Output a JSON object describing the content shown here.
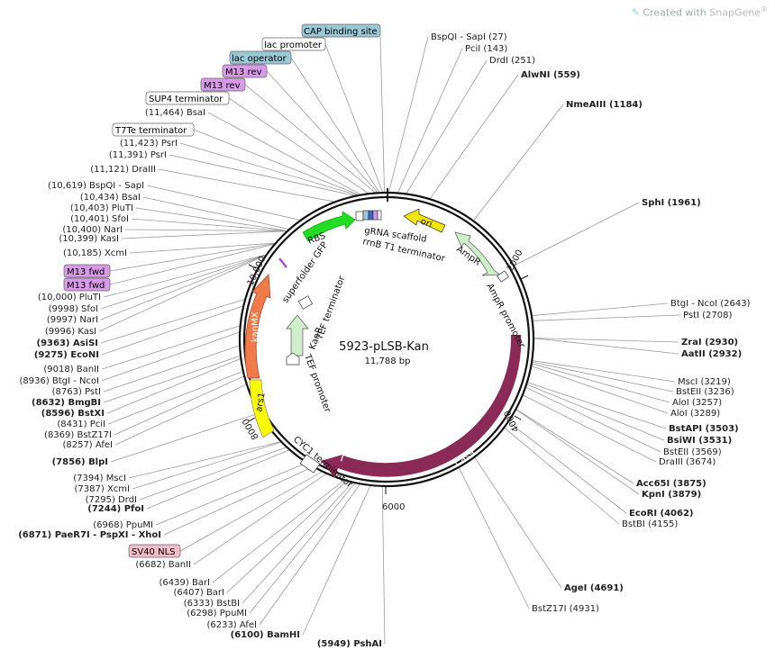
{
  "branding": {
    "prefix": "Created with ",
    "name": "SnapGene",
    "mark": "®"
  },
  "plasmid": {
    "name": "5923-pLSB-Kan",
    "size_label": "11,788 bp",
    "length": 11788
  },
  "ticks": [
    "2000",
    "4000",
    "6000",
    "8000",
    "10,000"
  ],
  "colors": {
    "cas9": "#8b2a57",
    "ori": "#f5e50a",
    "gfp": "#22dd22",
    "kanmx": "#f07a4a",
    "ars1": "#fbfb00",
    "ampr": "#cdeec8",
    "cap": "#9ac8d6",
    "m13": "#d79ae6",
    "sv40": "#f2bcc8"
  },
  "features": [
    {
      "id": "cas9",
      "label": "Cas9"
    },
    {
      "id": "ori",
      "label": "ori"
    },
    {
      "id": "ampr",
      "label": "AmpR"
    },
    {
      "id": "ampr-promoter",
      "label": "AmpR promoter"
    },
    {
      "id": "gfp",
      "label": "superfolder GFP"
    },
    {
      "id": "rbs",
      "label": "RBS"
    },
    {
      "id": "grna",
      "label": "gRNA scaffold"
    },
    {
      "id": "rrnb",
      "label": "rrnB T1 terminator"
    },
    {
      "id": "kanmx",
      "label": "kanMX"
    },
    {
      "id": "ars1",
      "label": "ars1"
    },
    {
      "id": "kanr",
      "label": "KanR"
    },
    {
      "id": "tef-term",
      "label": "TEF terminator"
    },
    {
      "id": "tef-prom",
      "label": "TEF promoter"
    },
    {
      "id": "cyc1",
      "label": "CYC1 terminator"
    }
  ],
  "boxed_labels": [
    {
      "id": "cap",
      "text": "CAP binding site",
      "color": "#9ac8d6"
    },
    {
      "id": "lacprom",
      "text": "lac promoter",
      "color": "#ffffff"
    },
    {
      "id": "lacop",
      "text": "lac operator",
      "color": "#9ac8d6"
    },
    {
      "id": "m13rev1",
      "text": "M13 rev",
      "color": "#d79ae6"
    },
    {
      "id": "m13rev2",
      "text": "M13 rev",
      "color": "#d79ae6"
    },
    {
      "id": "sup4",
      "text": "SUP4 terminator",
      "color": "#ffffff"
    },
    {
      "id": "t7te",
      "text": "T7Te terminator",
      "color": "#ffffff"
    },
    {
      "id": "m13fwd1",
      "text": "M13 fwd",
      "color": "#d79ae6"
    },
    {
      "id": "m13fwd2",
      "text": "M13 fwd",
      "color": "#d79ae6"
    },
    {
      "id": "sv40",
      "text": "SV40 NLS",
      "color": "#f2bcc8"
    }
  ],
  "sites_right": [
    {
      "text": "BspQI - SapI  (27)",
      "bold": false,
      "pos": 27
    },
    {
      "text": "PciI  (143)",
      "bold": false,
      "pos": 143
    },
    {
      "text": "DrdI  (251)",
      "bold": false,
      "pos": 251
    },
    {
      "text": "AlwNI  (559)",
      "bold": true,
      "pos": 559
    },
    {
      "text": "NmeAIII  (1184)",
      "bold": true,
      "pos": 1184
    },
    {
      "text": "SphI  (1961)",
      "bold": true,
      "pos": 1961
    },
    {
      "text": "BtgI - NcoI  (2643)",
      "bold": false,
      "pos": 2643
    },
    {
      "text": "PstI  (2708)",
      "bold": false,
      "pos": 2708
    },
    {
      "text": "ZraI  (2930)",
      "bold": true,
      "pos": 2930
    },
    {
      "text": "AatII  (2932)",
      "bold": true,
      "pos": 2932
    },
    {
      "text": "MscI  (3219)",
      "bold": false,
      "pos": 3219
    },
    {
      "text": "BstEII  (3236)",
      "bold": false,
      "pos": 3236
    },
    {
      "text": "AloI  (3257)",
      "bold": false,
      "pos": 3257
    },
    {
      "text": "AloI  (3289)",
      "bold": false,
      "pos": 3289
    },
    {
      "text": "BstAPI  (3503)",
      "bold": true,
      "pos": 3503
    },
    {
      "text": "BsiWI  (3531)",
      "bold": true,
      "pos": 3531
    },
    {
      "text": "BstEII  (3569)",
      "bold": false,
      "pos": 3569
    },
    {
      "text": "DraIII  (3674)",
      "bold": false,
      "pos": 3674
    },
    {
      "text": "Acc65I  (3875)",
      "bold": true,
      "pos": 3875
    },
    {
      "text": "KpnI  (3879)",
      "bold": true,
      "pos": 3879
    },
    {
      "text": "EcoRI  (4062)",
      "bold": true,
      "pos": 4062
    },
    {
      "text": "BstBI  (4155)",
      "bold": false,
      "pos": 4155
    },
    {
      "text": "AgeI  (4691)",
      "bold": true,
      "pos": 4691
    },
    {
      "text": "BstZ17I  (4931)",
      "bold": false,
      "pos": 4931
    }
  ],
  "sites_left": [
    {
      "text": "(11,464)  BsaI",
      "bold": false,
      "pos": 11464
    },
    {
      "text": "(11,423)  PsrI",
      "bold": false,
      "pos": 11423
    },
    {
      "text": "(11,391)  PsrI",
      "bold": false,
      "pos": 11391
    },
    {
      "text": "(11,121)  DraIII",
      "bold": false,
      "pos": 11121
    },
    {
      "text": "(10,619)  BspQI - SapI",
      "bold": false,
      "pos": 10619
    },
    {
      "text": "(10,434)  BsaI",
      "bold": false,
      "pos": 10434
    },
    {
      "text": "(10,403)  PluTI",
      "bold": false,
      "pos": 10403
    },
    {
      "text": "(10,401)  SfoI",
      "bold": false,
      "pos": 10401
    },
    {
      "text": "(10,400)  NarI",
      "bold": false,
      "pos": 10400
    },
    {
      "text": "(10,399)  KasI",
      "bold": false,
      "pos": 10399
    },
    {
      "text": "(10,185)  XcmI",
      "bold": false,
      "pos": 10185
    },
    {
      "text": "(10,000)  PluTI",
      "bold": false,
      "pos": 10000
    },
    {
      "text": "(9998)  SfoI",
      "bold": false,
      "pos": 9998
    },
    {
      "text": "(9997)  NarI",
      "bold": false,
      "pos": 9997
    },
    {
      "text": "(9996)  KasI",
      "bold": false,
      "pos": 9996
    },
    {
      "text": "(9363)  AsiSI",
      "bold": true,
      "pos": 9363
    },
    {
      "text": "(9275)  EcoNI",
      "bold": true,
      "pos": 9275
    },
    {
      "text": "(9018)  BanII",
      "bold": false,
      "pos": 9018
    },
    {
      "text": "(8936)  BtgI - NcoI",
      "bold": false,
      "pos": 8936
    },
    {
      "text": "(8763)  PstI",
      "bold": false,
      "pos": 8763
    },
    {
      "text": "(8632)  BmgBI",
      "bold": true,
      "pos": 8632
    },
    {
      "text": "(8596)  BstXI",
      "bold": true,
      "pos": 8596
    },
    {
      "text": "(8431)  PciI",
      "bold": false,
      "pos": 8431
    },
    {
      "text": "(8369)  BstZ17I",
      "bold": false,
      "pos": 8369
    },
    {
      "text": "(8257)  AfeI",
      "bold": false,
      "pos": 8257
    },
    {
      "text": "(7856)  BlpI",
      "bold": true,
      "pos": 7856
    },
    {
      "text": "(7394)  MscI",
      "bold": false,
      "pos": 7394
    },
    {
      "text": "(7387)  XcmI",
      "bold": false,
      "pos": 7387
    },
    {
      "text": "(7295)  DrdI",
      "bold": false,
      "pos": 7295
    },
    {
      "text": "(7244)  PfoI",
      "bold": true,
      "pos": 7244
    },
    {
      "text": "(6968)  PpuMI",
      "bold": false,
      "pos": 6968
    },
    {
      "text": "(6871)  PaeR7I - PspXI - XhoI",
      "bold": true,
      "pos": 6871
    },
    {
      "text": "(6682)  BanII",
      "bold": false,
      "pos": 6682
    },
    {
      "text": "(6439)  BarI",
      "bold": false,
      "pos": 6439
    },
    {
      "text": "(6407)  BarI",
      "bold": false,
      "pos": 6407
    },
    {
      "text": "(6333)  BstBI",
      "bold": false,
      "pos": 6333
    },
    {
      "text": "(6298)  PpuMI",
      "bold": false,
      "pos": 6298
    },
    {
      "text": "(6233)  AfeI",
      "bold": false,
      "pos": 6233
    },
    {
      "text": "(6100)  BamHI",
      "bold": true,
      "pos": 6100
    },
    {
      "text": "(5949)  PshAI",
      "bold": true,
      "pos": 5949
    }
  ]
}
